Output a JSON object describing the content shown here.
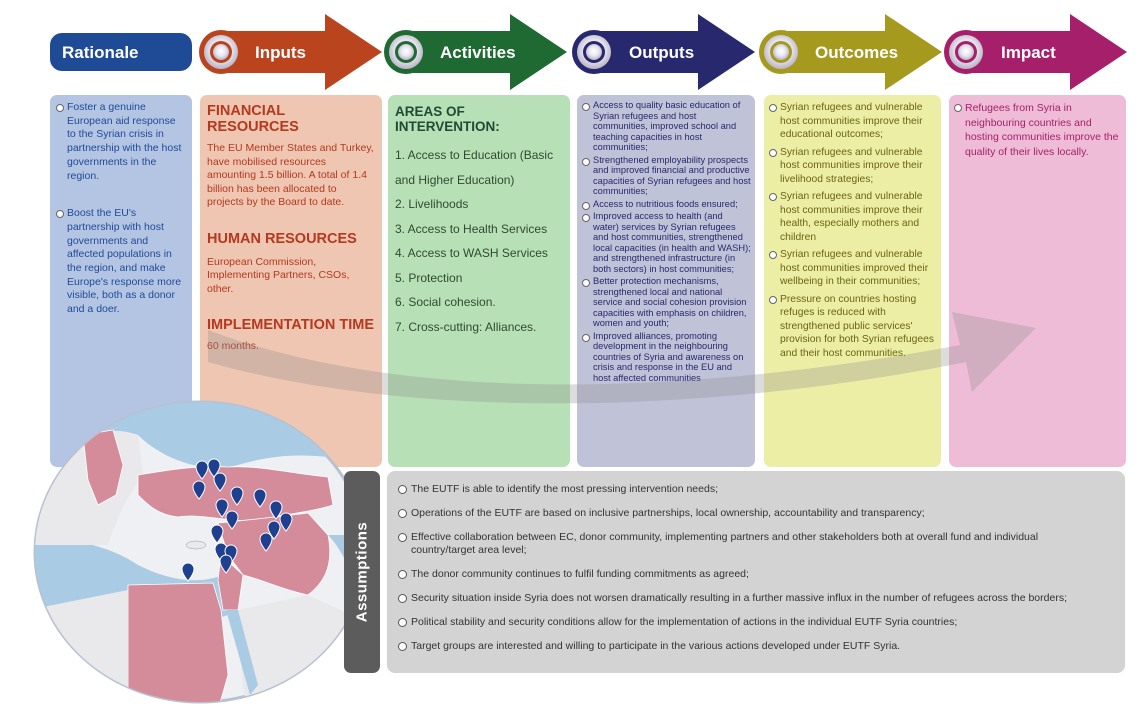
{
  "header": {
    "rationale": "Rationale",
    "inputs": "Inputs",
    "activities": "Activities",
    "outputs": "Outputs",
    "outcomes": "Outcomes",
    "impact": "Impact"
  },
  "colors": {
    "rationale": "#1f4a96",
    "inputs": "#b9441e",
    "activities": "#1f6a33",
    "outputs": "#27286e",
    "outcomes": "#a59a1e",
    "impact": "#a61f6a",
    "rationale_bg": "#b4c5e4",
    "inputs_bg": "#efc6b2",
    "activities_bg": "#b8e0b6",
    "outputs_bg": "#c0c2d8",
    "outcomes_bg": "#edeea6",
    "impact_bg": "#eebcd6",
    "assumptions_bg": "#d3d3d3",
    "assumptions_tab": "#5c5c5c"
  },
  "rationale": {
    "items": [
      "Foster a genuine European aid response to the Syrian crisis in partnership with the host governments in the region.",
      "Boost the EU's partnership with host governments and affected populations in the region, and make Europe's response more visible, both as a donor and a doer."
    ]
  },
  "inputs": {
    "financial_title": "FINANCIAL RESOURCES",
    "financial_text": "The EU Member States and Turkey, have mobilised resources amounting 1.5 billion. A total of 1.4 billion has been allocated to projects by the Board to date.",
    "human_title": "HUMAN RESOURCES",
    "human_text": "European Commission, Implementing Partners, CSOs, other.",
    "time_title": "IMPLEMENTATION TIME",
    "time_text": "60 months."
  },
  "activities": {
    "title": "AREAS OF INTERVENTION:",
    "items": [
      "1. Access to Education (Basic and Higher Education)",
      "2. Livelihoods",
      "3. Access to Health Services",
      "4. Access to WASH Services",
      "5. Protection",
      "6. Social cohesion.",
      "7. Cross-cutting: Alliances."
    ]
  },
  "outputs": {
    "items": [
      "Access to quality basic education of Syrian refugees and host communities, improved school and teaching capacities in host communities;",
      "Strengthened employability prospects and improved financial and productive capacities of Syrian refugees and host communities;",
      "Access to nutritious foods ensured;",
      "Improved access to health (and water) services by Syrian refugees and host communities, strengthened local capacities (in health and WASH); and strengthened infrastructure (in both sectors) in host communities;",
      "Better protection mechanisms, strengthened local and national service and social cohesion provision capacities with emphasis on children, women and youth;",
      "Improved alliances, promoting development in the neighbouring countries of Syria and awareness on crisis and response in the EU and host affected communities"
    ]
  },
  "outcomes": {
    "items": [
      "Syrian refugees and vulnerable host communities improve their educational outcomes;",
      "Syrian refugees and vulnerable host communities improve their livelihood strategies;",
      "Syrian refugees and vulnerable host communities improve their health, especially mothers and children",
      "Syrian refugees and vulnerable host communities improved their wellbeing in their communities;",
      "Pressure on countries hosting refuges is reduced with strengthened public services' provision for both Syrian refugees and their host communities."
    ]
  },
  "impact": {
    "items": [
      "Refugees from Syria in neighbouring countries and hosting communities improve the quality of their lives locally."
    ]
  },
  "assumptions": {
    "title": "Assumptions",
    "items": [
      "The EUTF is able to identify the most pressing intervention needs;",
      "Operations of the EUTF are based on inclusive partnerships, local ownership, accountability and transparency;",
      "Effective collaboration between EC, donor community, implementing partners and other stakeholders both at overall fund and individual country/target area level;",
      "The donor community continues to fulfil funding commitments as agreed;",
      "Security situation inside Syria does not worsen dramatically resulting in a further massive influx in the number of refugees across the borders;",
      "Political stability and security conditions allow for the implementation of actions in the individual EUTF Syria countries;",
      "Target groups are interested and willing to participate in the various actions developed under EUTF Syria."
    ]
  }
}
